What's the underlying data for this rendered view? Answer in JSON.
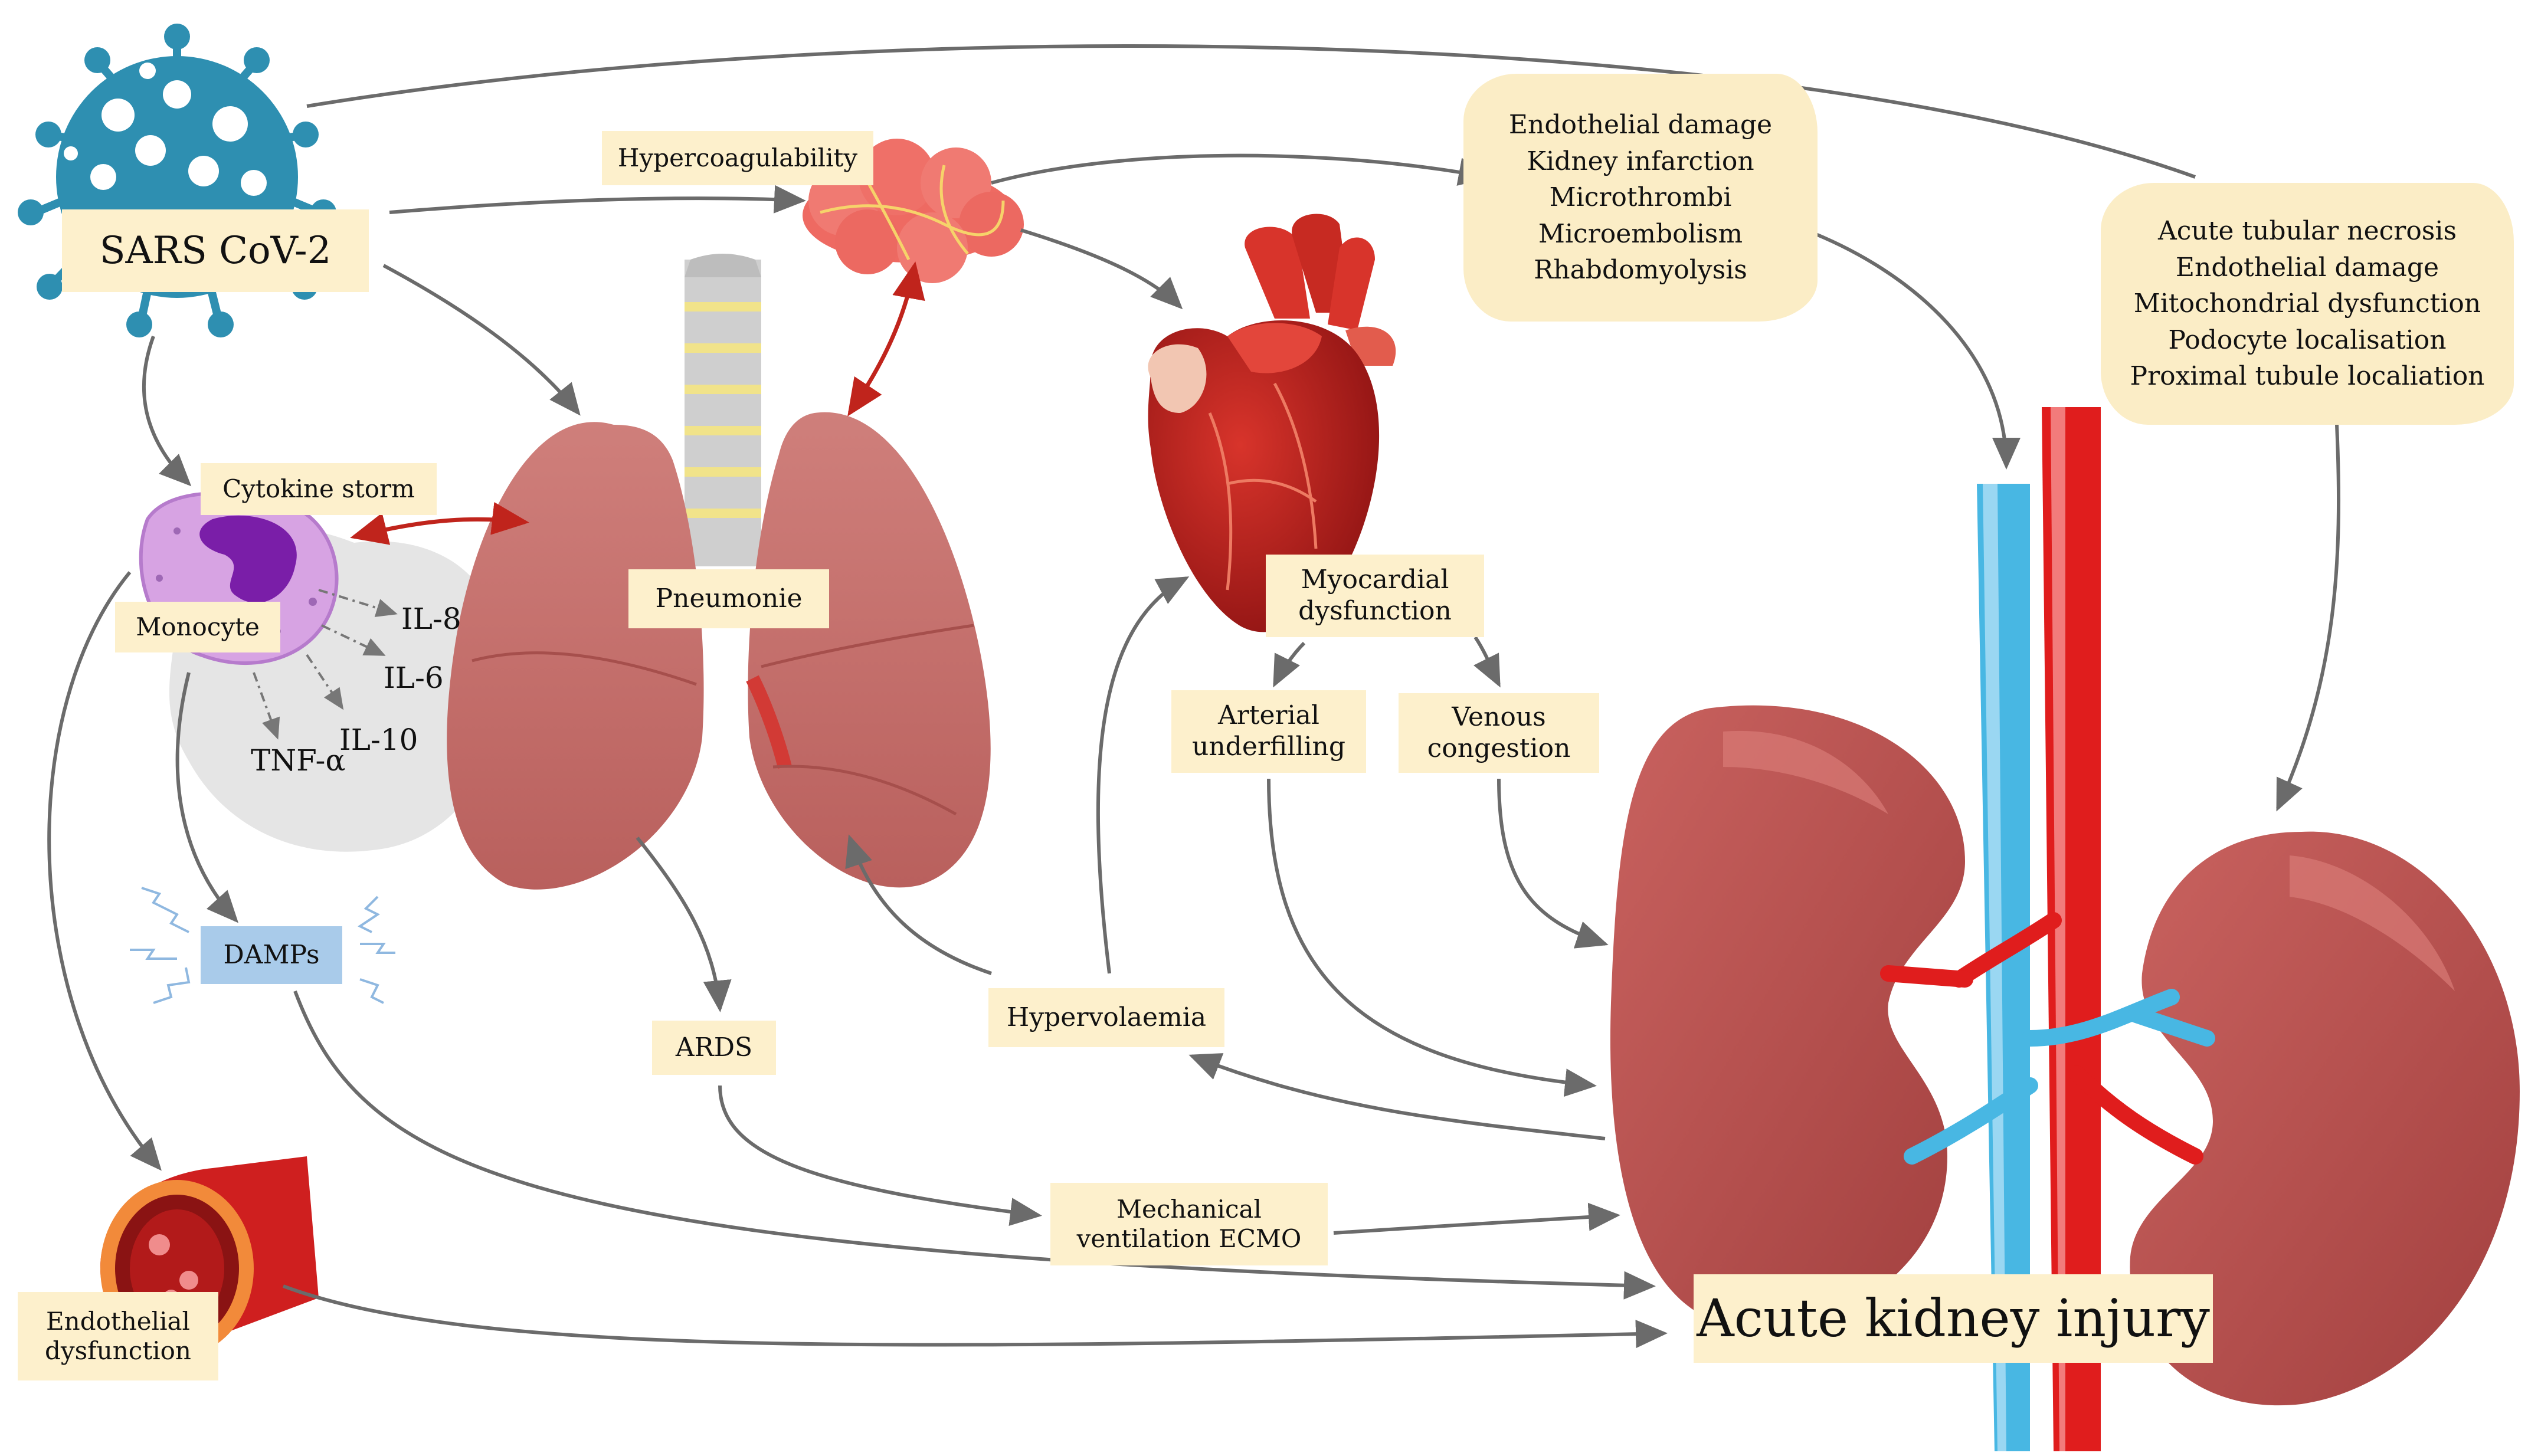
{
  "virus": {
    "label": "SARS CoV-2"
  },
  "hypercoag": {
    "label": "Hypercoagulability"
  },
  "cytokine": {
    "label": "Cytokine storm"
  },
  "monocyte": {
    "label": "Monocyte"
  },
  "cytokines": {
    "il8": "IL-8",
    "il6": "IL-6",
    "il10": "IL-10",
    "tnf": "TNF-α"
  },
  "damps": {
    "label": "DAMPs"
  },
  "endothelial": {
    "line1": "Endothelial",
    "line2": "dysfunction"
  },
  "lungs": {
    "label": "Pneumonie"
  },
  "ards": {
    "label": "ARDS"
  },
  "mechvent": {
    "line1": "Mechanical",
    "line2": "ventilation ECMO"
  },
  "hypervol": {
    "label": "Hypervolaemia"
  },
  "heart": {
    "line1": "Myocardial",
    "line2": "dysfunction"
  },
  "arterial": {
    "line1": "Arterial",
    "line2": "underfilling"
  },
  "venous": {
    "line1": "Venous",
    "line2": "congestion"
  },
  "cloud1": {
    "items": [
      "Endothelial damage",
      "Kidney infarction",
      "Microthrombi",
      "Microembolism",
      "Rhabdomyolysis"
    ]
  },
  "cloud2": {
    "items": [
      "Acute tubular necrosis",
      "Endothelial damage",
      "Mitochondrial dysfunction",
      "Podocyte localisation",
      "Proximal tubule localiation"
    ]
  },
  "aki": {
    "label": "Acute kidney injury"
  },
  "colors": {
    "arrow": "#6b6b6b",
    "red_arrow": "#c0241c",
    "label_bg": "#fdf0cc",
    "virus": "#2e8fb1",
    "kidney": "#b8504e"
  }
}
